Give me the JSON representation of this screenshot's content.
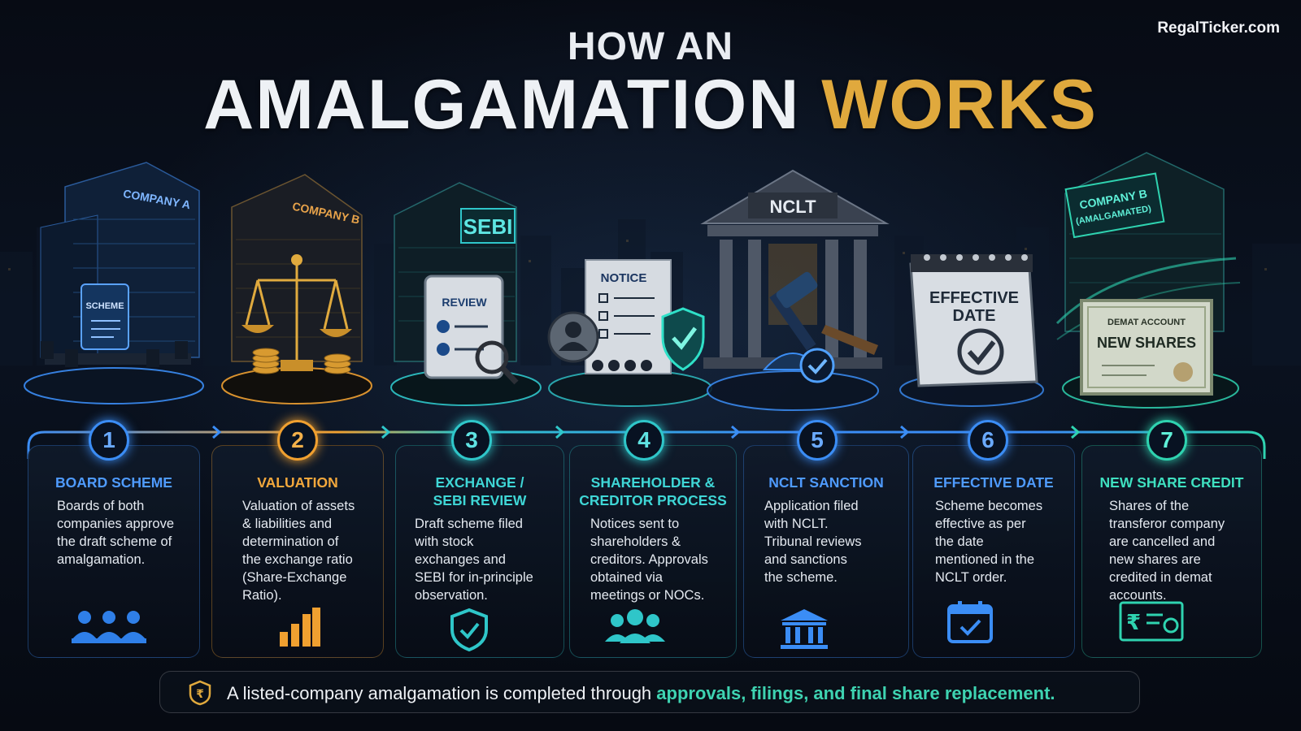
{
  "brand": "RegalTicker.com",
  "title": {
    "line1": "HOW AN",
    "line2_main": "AMALGAMATION",
    "line2_accent": "WORKS"
  },
  "scene_labels": {
    "company_a": "COMPANY A",
    "scheme": "SCHEME",
    "company_b": "COMPANY B",
    "sebi": "SEBI",
    "review": "REVIEW",
    "notice": "NOTICE",
    "nclt": "NCLT",
    "effective_line1": "EFFECTIVE",
    "effective_line2": "DATE",
    "company_b_amalgamated_line1": "COMPANY B",
    "company_b_amalgamated_line2": "(AMALGAMATED)",
    "demat_account": "DEMAT ACCOUNT",
    "new_shares": "NEW SHARES"
  },
  "steps": [
    {
      "number": "1",
      "title_line1": "BOARD SCHEME",
      "title_line2": "",
      "color": "#3b8df5",
      "icon": "people-icon",
      "body": [
        "Boards of both",
        "companies approve",
        "the draft scheme of",
        "amalgamation."
      ]
    },
    {
      "number": "2",
      "title_line1": "VALUATION",
      "title_line2": "",
      "color": "#f0a030",
      "icon": "bar-chart-icon",
      "body": [
        "Valuation of assets",
        "& liabilities and",
        "determination of",
        "the exchange ratio",
        "(Share-Exchange",
        "Ratio)."
      ]
    },
    {
      "number": "3",
      "title_line1": "EXCHANGE /",
      "title_line2": "SEBI REVIEW",
      "color": "#2fc6c9",
      "icon": "shield-check-icon",
      "body": [
        "Draft scheme filed",
        "with stock",
        "exchanges and",
        "SEBI for in-principle",
        "observation."
      ]
    },
    {
      "number": "4",
      "title_line1": "SHAREHOLDER &",
      "title_line2": "CREDITOR PROCESS",
      "color": "#2fc6c9",
      "icon": "group-icon",
      "body": [
        "Notices sent to",
        "shareholders &",
        "creditors. Approvals",
        "obtained via",
        "meetings or NOCs."
      ]
    },
    {
      "number": "5",
      "title_line1": "NCLT SANCTION",
      "title_line2": "",
      "color": "#3b8df5",
      "icon": "courthouse-icon",
      "body": [
        "Application filed",
        "with NCLT.",
        "Tribunal reviews",
        "and sanctions",
        "the scheme."
      ]
    },
    {
      "number": "6",
      "title_line1": "EFFECTIVE DATE",
      "title_line2": "",
      "color": "#3b8df5",
      "icon": "calendar-check-icon",
      "body": [
        "Scheme becomes",
        "effective as per",
        "the date",
        "mentioned in the",
        "NCLT order."
      ]
    },
    {
      "number": "7",
      "title_line1": "NEW SHARE CREDIT",
      "title_line2": "",
      "color": "#2fd3b0",
      "icon": "rupee-certificate-icon",
      "body": [
        "Shares of the",
        "transferor company",
        "are cancelled and",
        "new shares are",
        "credited in demat",
        "accounts."
      ]
    }
  ],
  "footer": {
    "icon": "rupee-shield-icon",
    "text_plain": "A listed-company amalgamation is completed through ",
    "text_highlight": "approvals, filings, and final share replacement."
  }
}
